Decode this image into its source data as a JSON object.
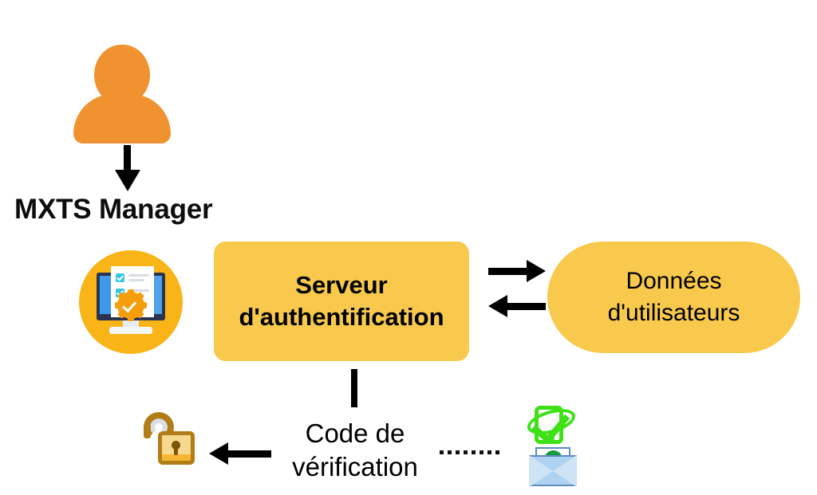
{
  "diagram": {
    "title": "MXTS Manager authentication flow",
    "background": "#ffffff",
    "colors": {
      "user_orange": "#f0922f",
      "box_amber": "#f8c94c",
      "icon_circle_yellow": "#f9b418",
      "arrow_black": "#000000",
      "phone_green": "#3ee016",
      "mail_blue": "#aed2ef",
      "check_green": "#169b3e",
      "lock_gold": "#b07d18"
    },
    "nodes": {
      "user": {
        "icon_name": "user-person-icon",
        "label": "MXTS Manager"
      },
      "manager_icon": {
        "icon_name": "monitor-checklist-gear-icon"
      },
      "auth_server": {
        "label_line1": "Serveur",
        "label_line2": "d'authentification",
        "shape": "rounded-rectangle"
      },
      "user_data": {
        "label_line1": "Données",
        "label_line2": "d'utilisateurs",
        "shape": "pill"
      },
      "verification": {
        "label_line1": "Code de",
        "label_line2": "vérification"
      },
      "lock": {
        "icon_name": "open-padlock-icon"
      },
      "phone": {
        "icon_name": "mobile-phone-check-icon"
      },
      "mail": {
        "icon_name": "envelope-check-icon"
      }
    },
    "edges": [
      {
        "name": "user-to-manager",
        "direction": "down",
        "style": "solid"
      },
      {
        "name": "server-to-data",
        "direction": "right",
        "style": "solid"
      },
      {
        "name": "data-to-server",
        "direction": "left",
        "style": "solid"
      },
      {
        "name": "server-to-verification",
        "direction": "down",
        "style": "solid-line"
      },
      {
        "name": "verification-to-lock",
        "direction": "left",
        "style": "solid"
      },
      {
        "name": "verification-to-devices",
        "direction": "right",
        "style": "dotted"
      }
    ]
  }
}
